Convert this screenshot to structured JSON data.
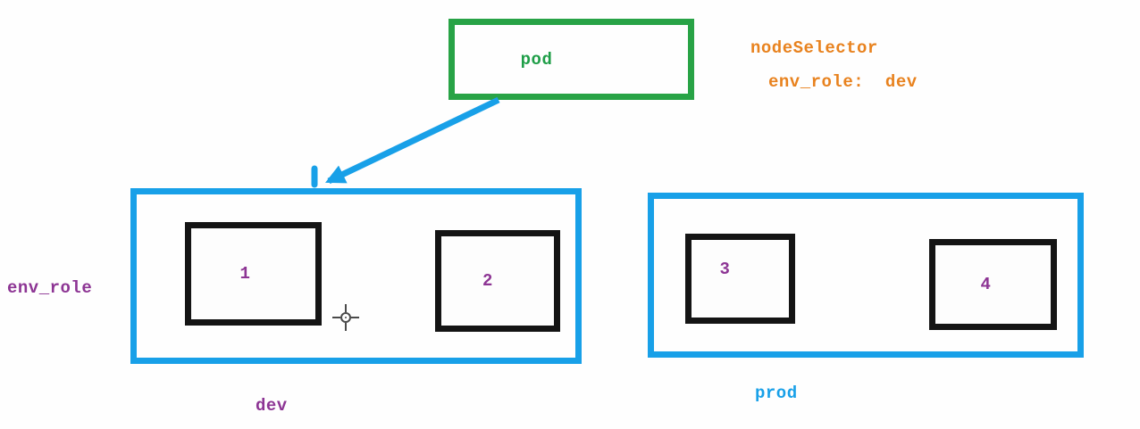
{
  "colors": {
    "pod_green": "#28a346",
    "cluster_blue": "#18a0e8",
    "annotation_orange": "#e8821e",
    "label_purple": "#8d3594",
    "node_border_black": "#141414"
  },
  "pod": {
    "label": "pod"
  },
  "selector": {
    "title": "nodeSelector",
    "rule": "env_role:  dev"
  },
  "env_role_label": "env_role",
  "clusters": [
    {
      "label": "dev",
      "nodes": [
        "1",
        "2"
      ]
    },
    {
      "label": "prod",
      "nodes": [
        "3",
        "4"
      ]
    }
  ]
}
